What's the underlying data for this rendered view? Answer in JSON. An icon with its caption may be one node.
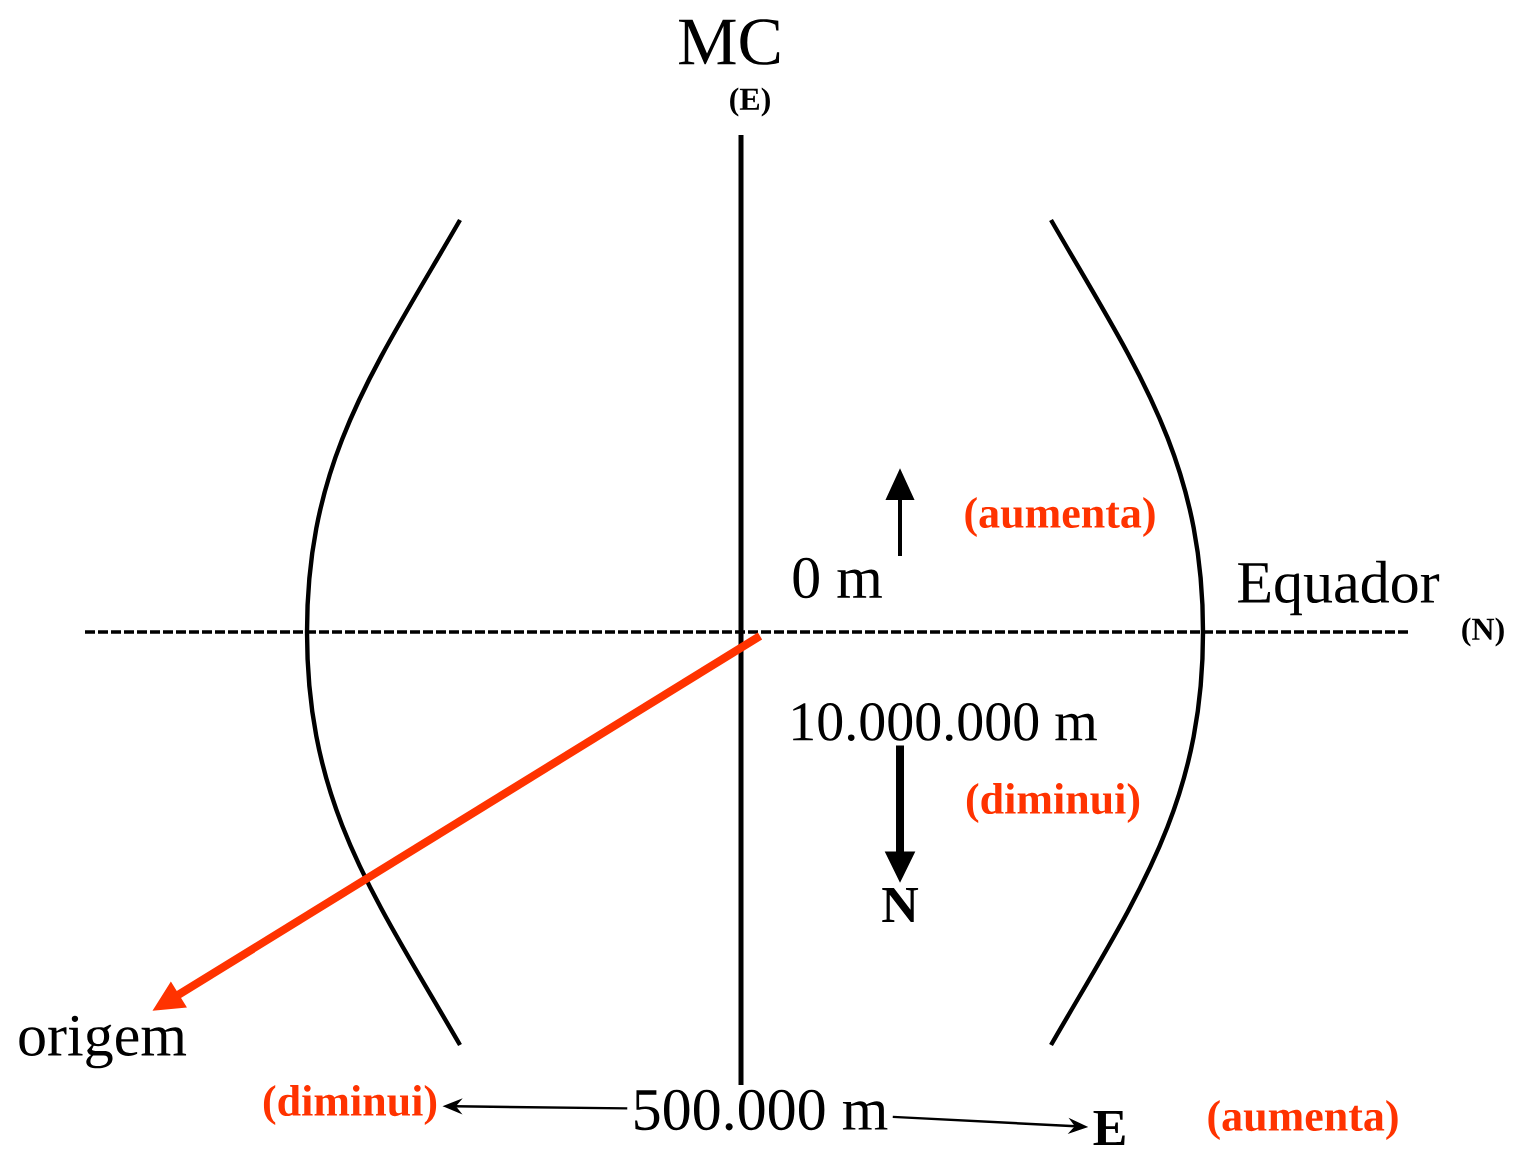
{
  "diagram": {
    "nodes": [
      {
        "text": [
          "origem"
        ]
      },
      {
        "text": [
          "500.000 m"
        ]
      },
      {
        "text": [
          "(diminui)"
        ]
      },
      {
        "text": [
          "E"
        ]
      },
      {
        "text": [
          "10.000.000 m"
        ]
      },
      {
        "text": [
          "N"
        ]
      }
    ],
    "edges": [
      {
        "from": null,
        "to": 0,
        "arrow": "to",
        "style": "thick",
        "color": "#ff3300"
      },
      {
        "from": 1,
        "to": 2,
        "arrow": "to"
      },
      {
        "from": 1,
        "to": 3,
        "arrow": "to"
      },
      {
        "from": 4,
        "to": 5,
        "arrow": "to",
        "style": "thick"
      }
    ],
    "labels": [
      "MC",
      "(E)",
      "(aumenta)",
      "0 m",
      "Equador",
      "(N)",
      "(diminui)",
      "(aumenta)"
    ]
  }
}
